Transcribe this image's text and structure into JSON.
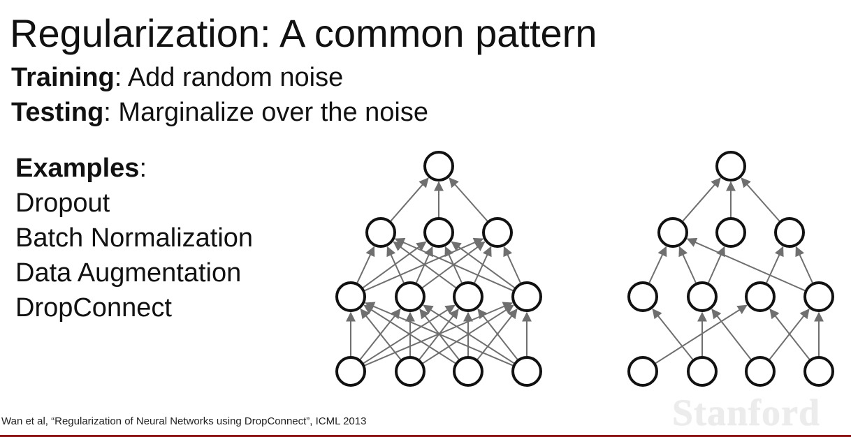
{
  "slide": {
    "title": "Regularization: A common pattern",
    "training_label": "Training",
    "training_text": ": Add random noise",
    "testing_label": "Testing",
    "testing_text": ": Marginalize over the noise",
    "examples_label": "Examples",
    "examples_colon": ":",
    "examples": [
      "Dropout",
      "Batch Normalization",
      "Data Augmentation",
      "DropConnect"
    ],
    "citation": "Wan et al, “Regularization of Neural Networks using DropConnect”, ICML 2013",
    "logo_text": "Stanford"
  },
  "colors": {
    "edge": "#6f6f6f",
    "node_stroke": "#111111",
    "accent_rule": "#8c1515"
  }
}
